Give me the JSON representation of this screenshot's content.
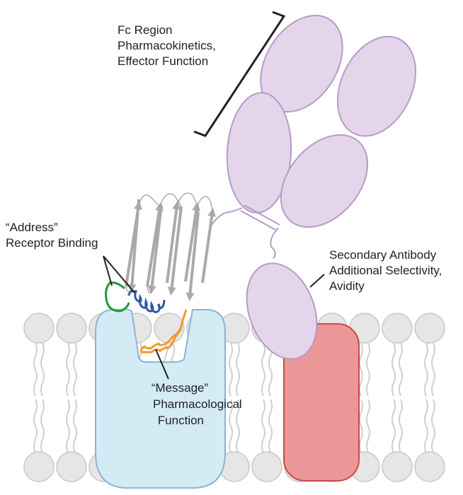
{
  "labels": {
    "fc_region": {
      "line1": "Fc Region",
      "line2": "Pharmacokinetics,",
      "line3": "Effector Function"
    },
    "address": {
      "line1": "“Address”",
      "line2": "Receptor Binding"
    },
    "secondary_antibody": {
      "line1": "Secondary Antibody",
      "line2": "Additional Selectivity,",
      "line3": "Avidity"
    },
    "message": {
      "line1": "“Message”",
      "line2": "Pharmacological",
      "line3": "Function"
    }
  },
  "colors": {
    "antibody_fill": "#e4d5ea",
    "antibody_stroke": "#b59bc8",
    "receptor_fill": "#d3ebf5",
    "receptor_stroke": "#8fb3cf",
    "secondary_receptor_fill": "#e99797",
    "secondary_receptor_stroke": "#c74a4a",
    "lipid_head_fill": "#e6e6e6",
    "lipid_head_stroke": "#c8c8c8",
    "lipid_tail": "#cfcfcf",
    "beta_strand": "#a9a9a9",
    "address_loop": "#1d9a3c",
    "helix": "#2b5aa6",
    "message_loop": "#f09a2a"
  }
}
